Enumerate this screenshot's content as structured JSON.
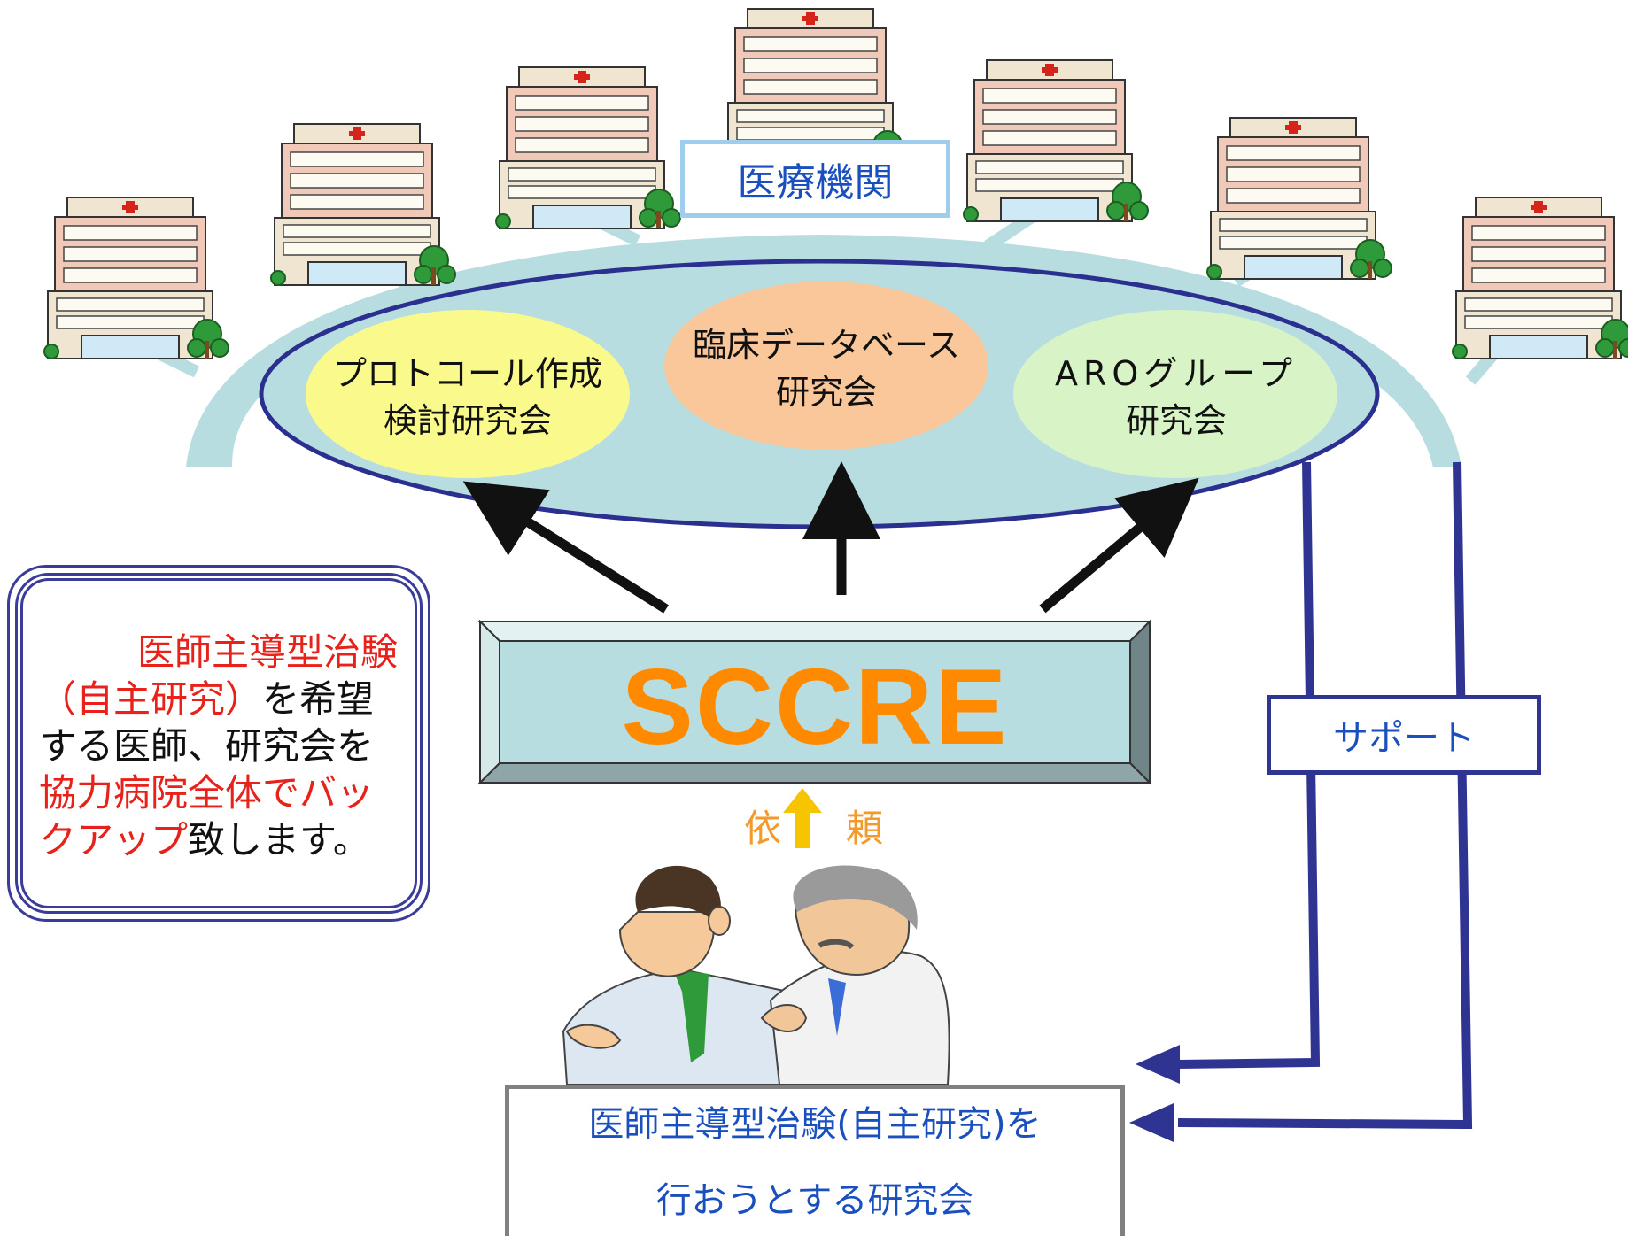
{
  "hospitals_label": "医療機関",
  "groups": [
    {
      "line1": "プロトコール作成",
      "line2": "検討研究会",
      "color": "#fafa8c"
    },
    {
      "line1": "臨床データベース",
      "line2": "研究会",
      "color": "#f9c799"
    },
    {
      "line1": "AROグループ",
      "line2": "研究会",
      "color": "#d8f4c6"
    }
  ],
  "center": {
    "label": "SCCRE",
    "text_color": "#ff8a00",
    "box_color": "#b7dde0"
  },
  "request": {
    "char1": "依",
    "char2": "頼",
    "arrow_color": "#f7c500"
  },
  "support_label": "サポート",
  "bottom_box": {
    "line1": "医師主導型治験(自主研究)を",
    "line2": "行おうとする研究会"
  },
  "left_box": {
    "seg1": "医師主導型治験",
    "seg2": "（自主研究）",
    "seg3": "を希望",
    "seg4": "する医師、研究会を",
    "seg5": "協力病院全体でバッ",
    "seg6": "クアップ",
    "seg7": "致します。"
  },
  "colors": {
    "ring": "#b7dde0",
    "ellipse_border": "#2b2f8f",
    "connector": "#2f3493",
    "blue_text": "#1a4fbf",
    "red_text": "#e8211a"
  },
  "hospital_count": 7,
  "icons": [
    "hospital-icon",
    "doctors-illustration"
  ]
}
